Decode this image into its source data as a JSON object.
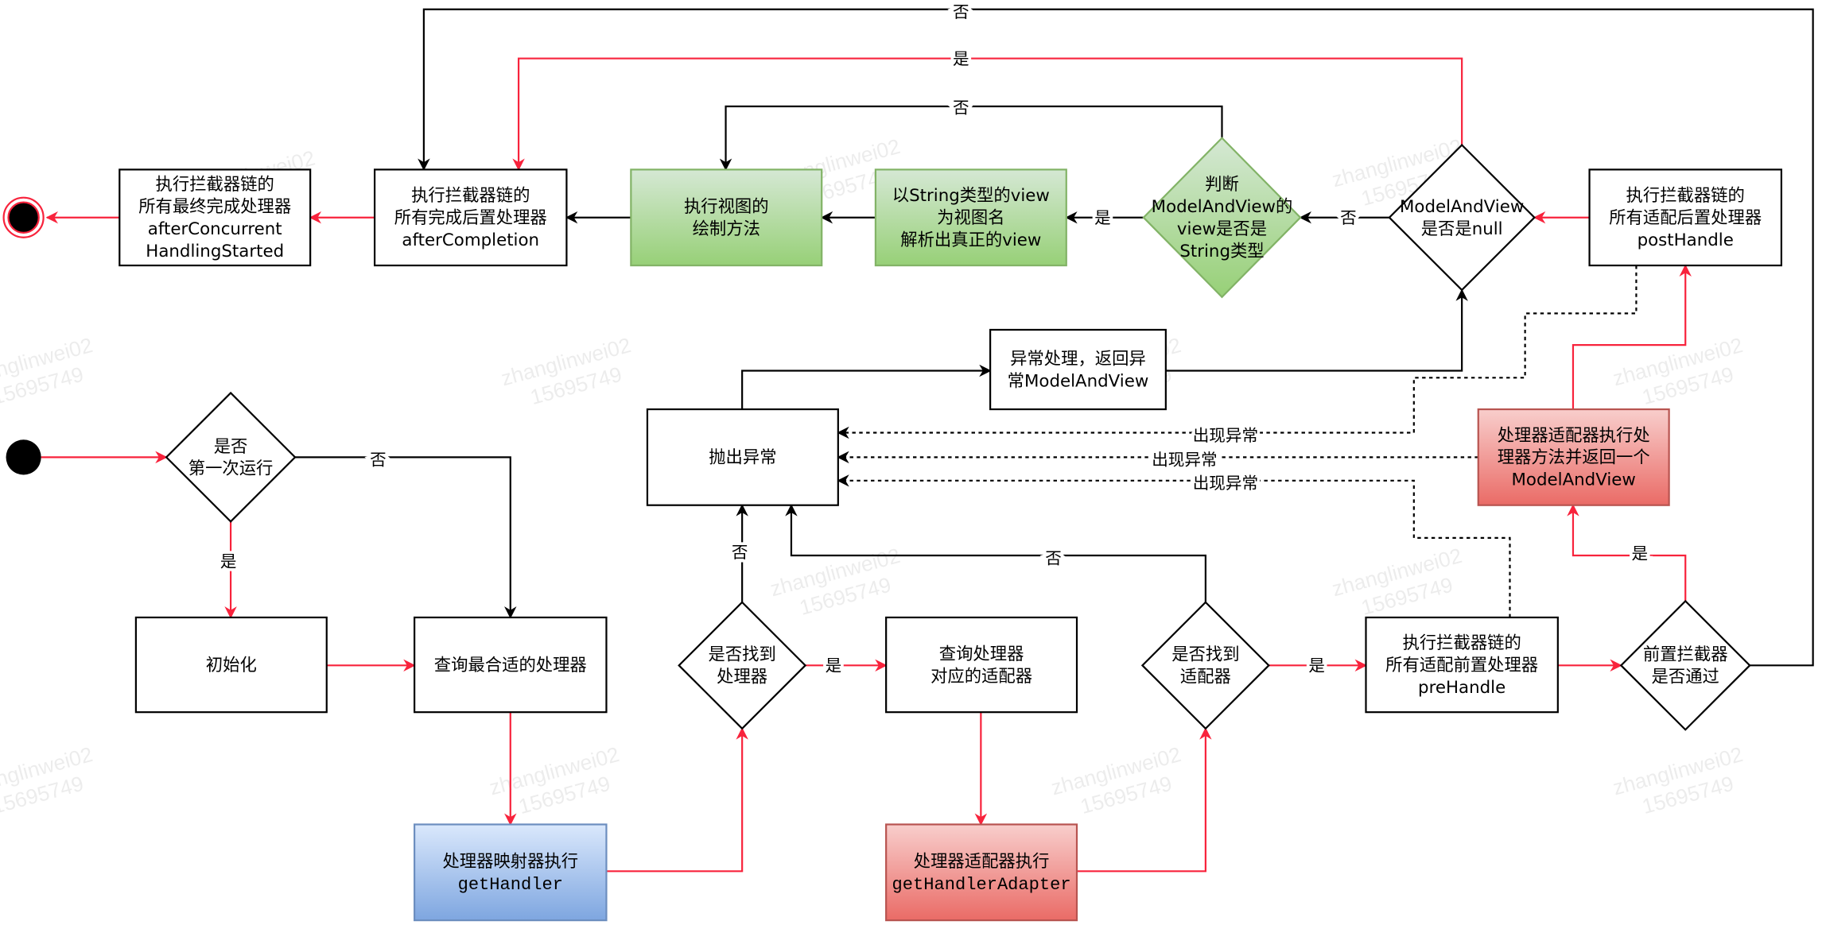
{
  "colors": {
    "flow_red": "#f8233c",
    "flow_black": "#000000",
    "green_fill": [
      "#d5e8d4",
      "#97d077"
    ],
    "green_stroke": "#82b366",
    "blue_fill": [
      "#dae8fc",
      "#7ea6e0"
    ],
    "blue_stroke": "#6c8ebf",
    "red_fill": [
      "#f8cecc",
      "#ea6b66"
    ],
    "red_stroke": "#b85450"
  },
  "watermark": [
    "zhanglinwei02",
    "15695749"
  ],
  "nodes": {
    "end": {
      "kind": "end-state",
      "lines": []
    },
    "start": {
      "kind": "start-state",
      "lines": []
    },
    "finalBox": {
      "lines": [
        "执行拦截器链的",
        "所有最终完成处理器",
        "afterConcurrent",
        "HandlingStarted"
      ]
    },
    "afterCompletion": {
      "lines": [
        "执行拦截器链的",
        "所有完成后置处理器",
        "afterCompletion"
      ]
    },
    "render": {
      "style": "green",
      "lines": [
        "执行视图的",
        "绘制方法"
      ]
    },
    "resolve": {
      "style": "green",
      "lines": [
        "以String类型的view",
        "为视图名",
        "解析出真正的view"
      ]
    },
    "isString": {
      "style": "green",
      "lines": [
        "判断",
        "ModelAndView的",
        "view是否是",
        "String类型"
      ]
    },
    "isNull": {
      "lines": [
        "ModelAndView",
        "是否是null"
      ]
    },
    "postHandle": {
      "lines": [
        "执行拦截器链的",
        "所有适配后置处理器",
        "postHandle"
      ]
    },
    "firstRun": {
      "lines": [
        "是否",
        "第一次运行"
      ]
    },
    "init": {
      "lines": [
        "初始化"
      ]
    },
    "findBest": {
      "lines": [
        "查询最合适的处理器"
      ]
    },
    "getHandler": {
      "style": "blue",
      "lines": [
        "处理器映射器执行",
        "getHandler"
      ]
    },
    "foundHandler": {
      "lines": [
        "是否找到",
        "处理器"
      ]
    },
    "queryAdapter": {
      "lines": [
        "查询处理器",
        "对应的适配器"
      ]
    },
    "getAdapter": {
      "style": "red",
      "lines": [
        "处理器适配器执行",
        "getHandlerAdapter"
      ]
    },
    "foundAdapter": {
      "lines": [
        "是否找到",
        "适配器"
      ]
    },
    "preHandle": {
      "lines": [
        "执行拦截器链的",
        "所有适配前置处理器",
        "preHandle"
      ]
    },
    "preOk": {
      "lines": [
        "前置拦截器",
        "是否通过"
      ]
    },
    "invoke": {
      "style": "red",
      "lines": [
        "处理器适配器执行处",
        "理器方法并返回一个",
        "ModelAndView"
      ]
    },
    "throwEx": {
      "lines": [
        "抛出异常"
      ]
    },
    "handleEx": {
      "lines": [
        "异常处理，返回异",
        "常ModelAndView"
      ]
    }
  },
  "edge_labels": {
    "yes": "是",
    "no": "否",
    "exception": "出现异常"
  }
}
